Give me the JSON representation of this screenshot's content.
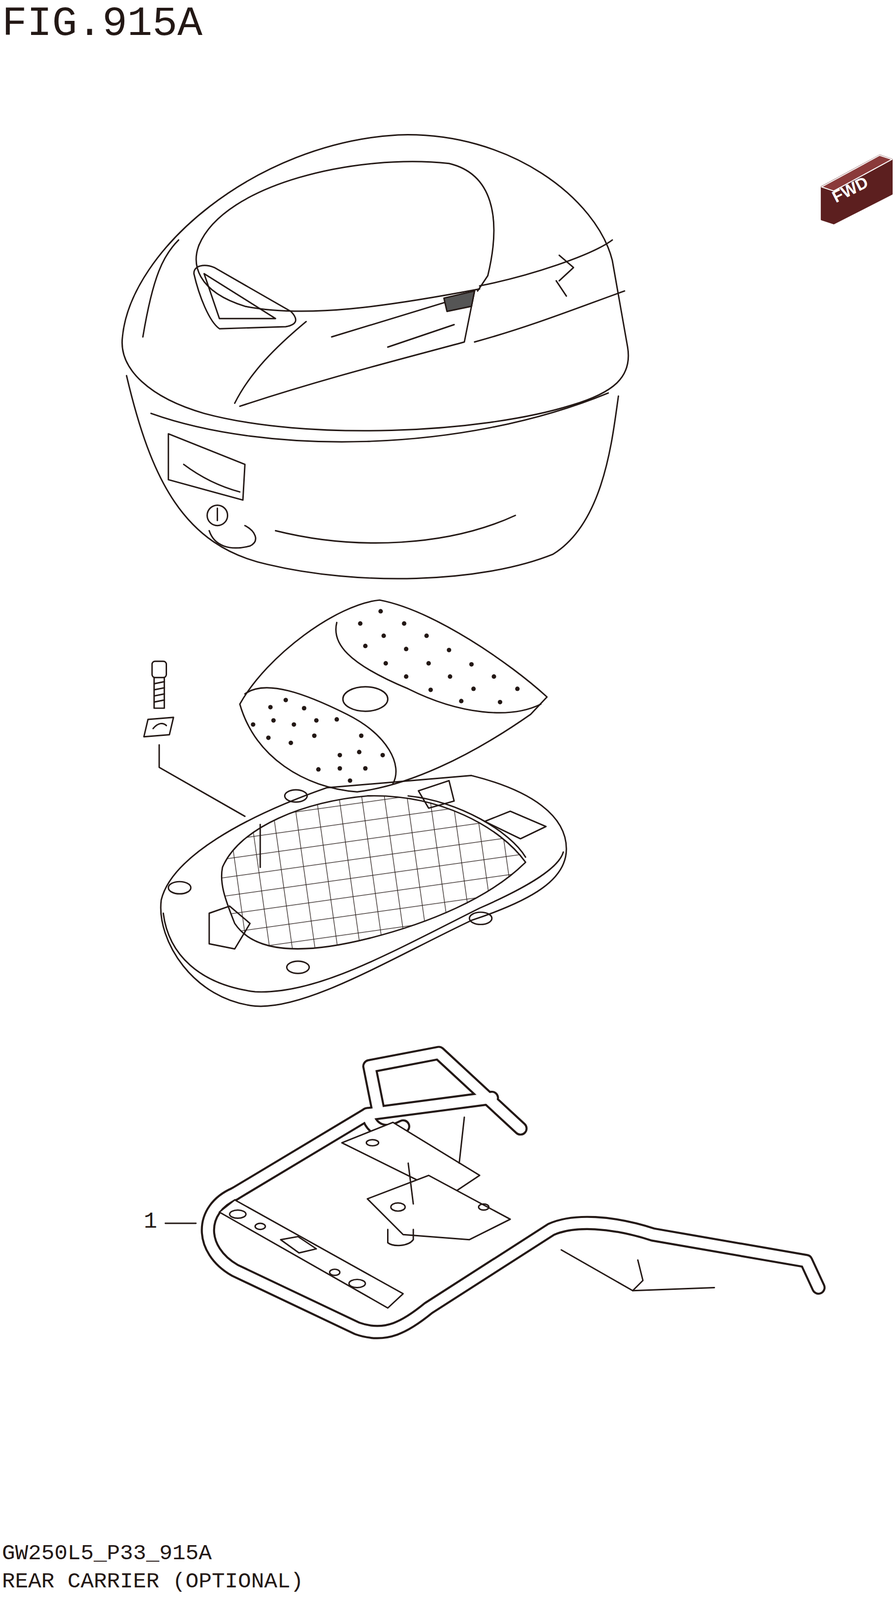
{
  "diagram": {
    "title": "FIG.915A",
    "caption": "REAR CARRIER (OPTIONAL)",
    "labels": [
      "FWD",
      "1",
      "GW250L5_P33_915A"
    ]
  }
}
